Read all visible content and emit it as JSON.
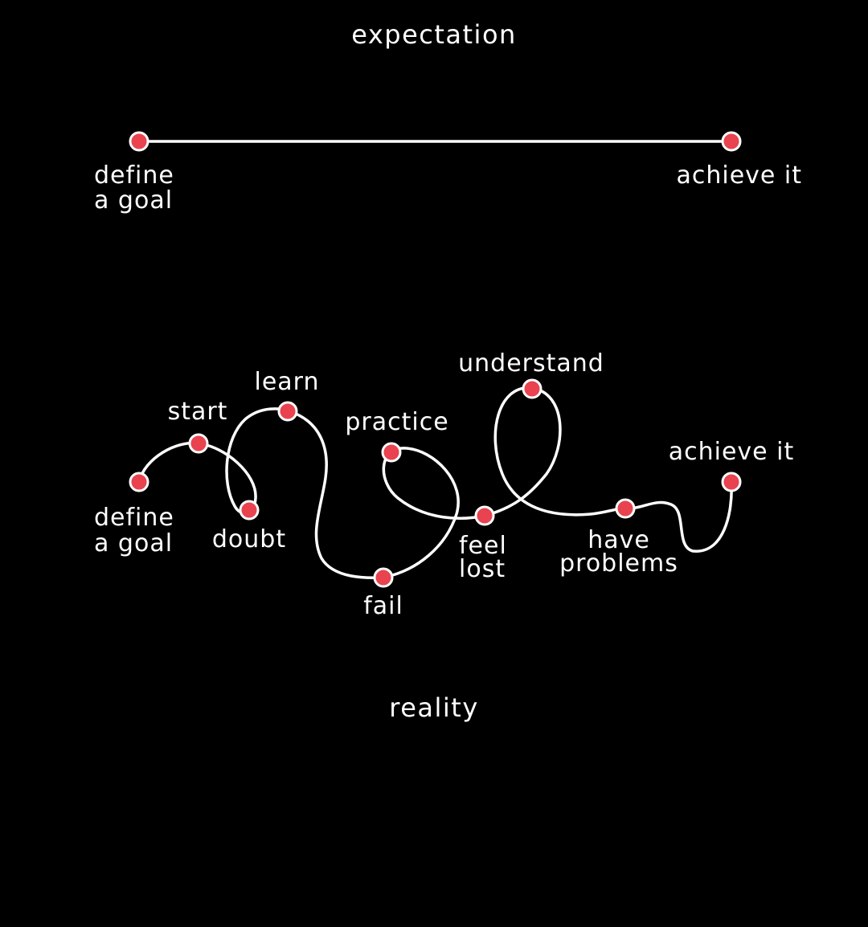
{
  "colors": {
    "background": "#000000",
    "line": "#ffffff",
    "node": "#e8434f",
    "text": "#ffffff"
  },
  "expectation": {
    "heading": "expectation",
    "start_label": [
      "define",
      "a goal"
    ],
    "end_label": "achieve it"
  },
  "reality": {
    "heading": "reality",
    "steps": {
      "define_goal": [
        "define",
        "a goal"
      ],
      "start": "start",
      "doubt": "doubt",
      "learn": "learn",
      "fail": "fail",
      "practice": "practice",
      "feel_lost": [
        "feel",
        "lost"
      ],
      "understand": "understand",
      "have_problems": [
        "have",
        "problems"
      ],
      "achieve": "achieve it"
    }
  }
}
